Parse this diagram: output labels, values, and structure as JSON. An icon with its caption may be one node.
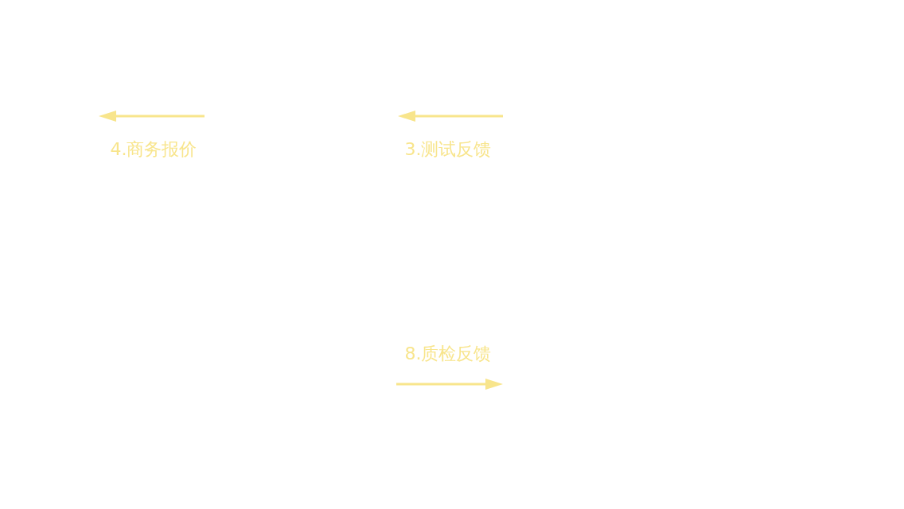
{
  "diagram": {
    "labels": [
      "4.商务报价",
      "3.测试反馈",
      "8.质检反馈"
    ]
  }
}
